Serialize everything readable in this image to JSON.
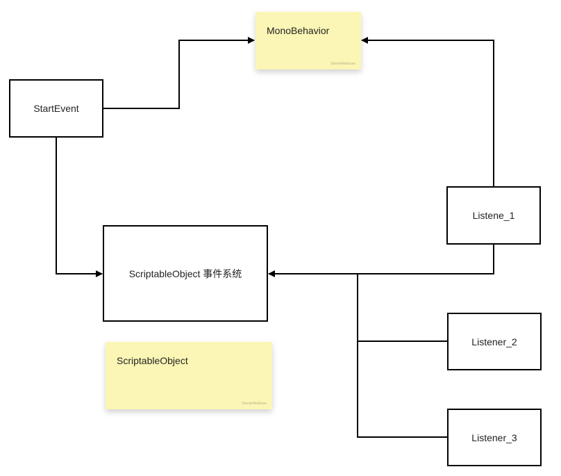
{
  "nodes": {
    "start_event": "StartEvent",
    "so_event_system": "ScriptableObject 事件系统",
    "listener_1": "Listene_1",
    "listener_2": "Listener_2",
    "listener_3": "Listener_3"
  },
  "notes": {
    "mono_behavior": {
      "label": "MonoBehavior",
      "signature": "ShenleiNetEase"
    },
    "scriptable_object": {
      "label": "ScriptableObject",
      "signature": "ShenleiNetEase"
    }
  },
  "colors": {
    "note_fill": "#fbf6b5",
    "stroke": "#000000"
  }
}
